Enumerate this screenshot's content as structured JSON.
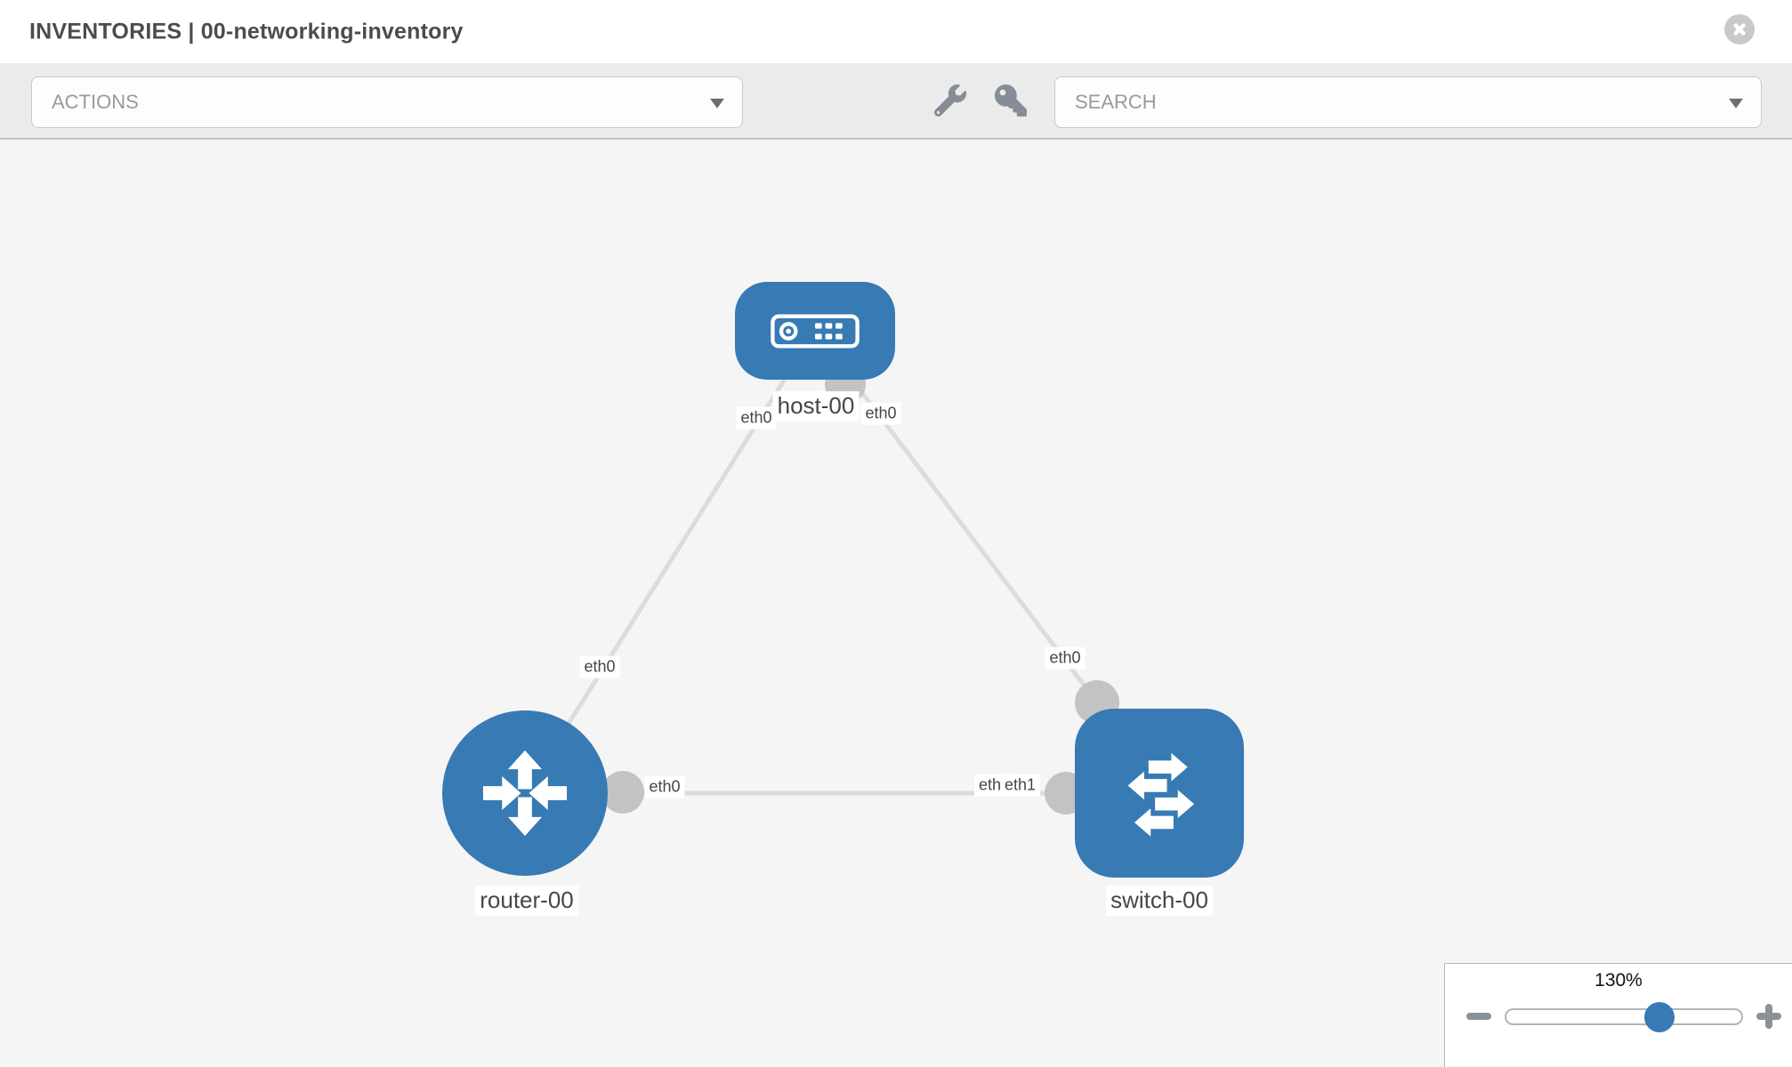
{
  "window": {
    "title": "INVENTORIES | 00-networking-inventory"
  },
  "toolbar": {
    "actions_dropdown": {
      "value": "ACTIONS"
    },
    "search_dropdown": {
      "value": "SEARCH"
    },
    "icons": {
      "left": "wrench-icon",
      "right": "key-icon"
    }
  },
  "topology": {
    "nodes": {
      "host": {
        "label": "host-00",
        "type": "host"
      },
      "router": {
        "label": "router-00",
        "type": "router"
      },
      "switch": {
        "label": "switch-00",
        "type": "switch"
      }
    },
    "interface_labels": {
      "host_left": "eth0",
      "host_right": "eth0",
      "router_top": "eth0",
      "router_right": "eth0",
      "switch_top": "eth0",
      "switch_left_under": "eth0",
      "switch_left": "eth1"
    }
  },
  "zoom_control": {
    "level": "130%"
  },
  "colors": {
    "node_blue": "#377ab4",
    "link_gray": "#dcdcdc",
    "interface_gray": "#c3c3c3",
    "canvas_bg": "#f5f5f5"
  }
}
